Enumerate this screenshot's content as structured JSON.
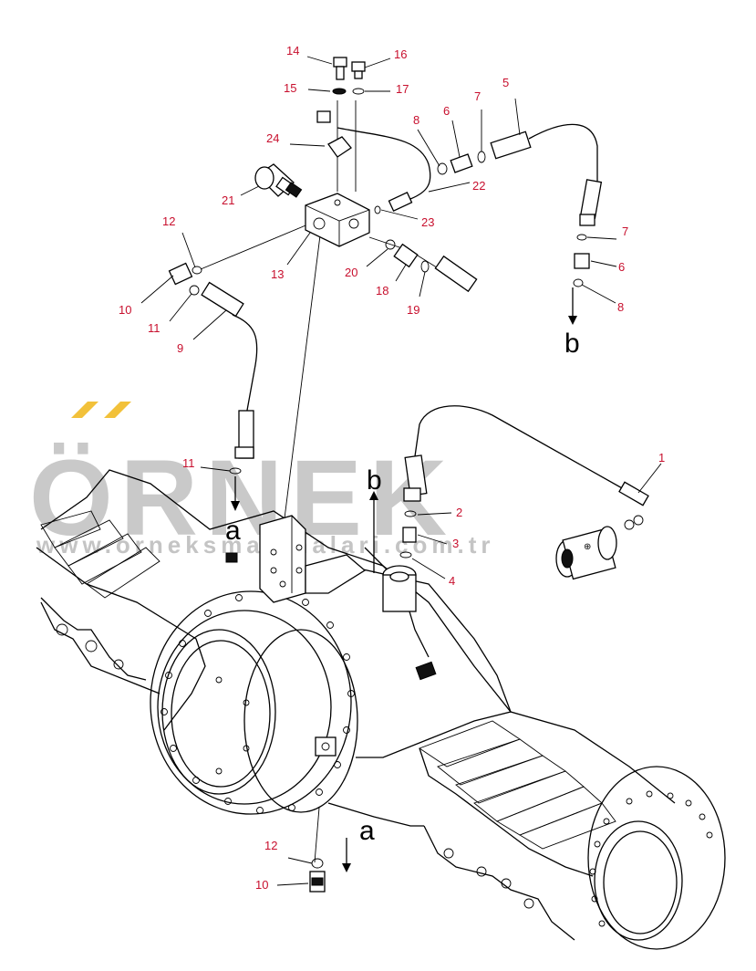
{
  "watermark": {
    "brand": "ÖRNEK",
    "url": "www.orneksmakinalari.com.tr",
    "color": "#c8c8c8",
    "accent": "#f2c13a"
  },
  "callouts": {
    "c1": "1",
    "c2": "2",
    "c3": "3",
    "c4": "4",
    "c5": "5",
    "c6a": "6",
    "c6b": "6",
    "c7a": "7",
    "c7b": "7",
    "c8a": "8",
    "c8b": "8",
    "c9": "9",
    "c10a": "10",
    "c10b": "10",
    "c11a": "11",
    "c11b": "11",
    "c12a": "12",
    "c12b": "12",
    "c13": "13",
    "c14": "14",
    "c15": "15",
    "c16": "16",
    "c17": "17",
    "c18": "18",
    "c19": "19",
    "c20": "20",
    "c21": "21",
    "c22": "22",
    "c23": "23",
    "c24": "24"
  },
  "connectors": {
    "a_top": "a",
    "b_top": "b",
    "b_right": "b",
    "a_bottom": "a"
  },
  "colors": {
    "callout": "#c8102e",
    "line": "#000000"
  }
}
